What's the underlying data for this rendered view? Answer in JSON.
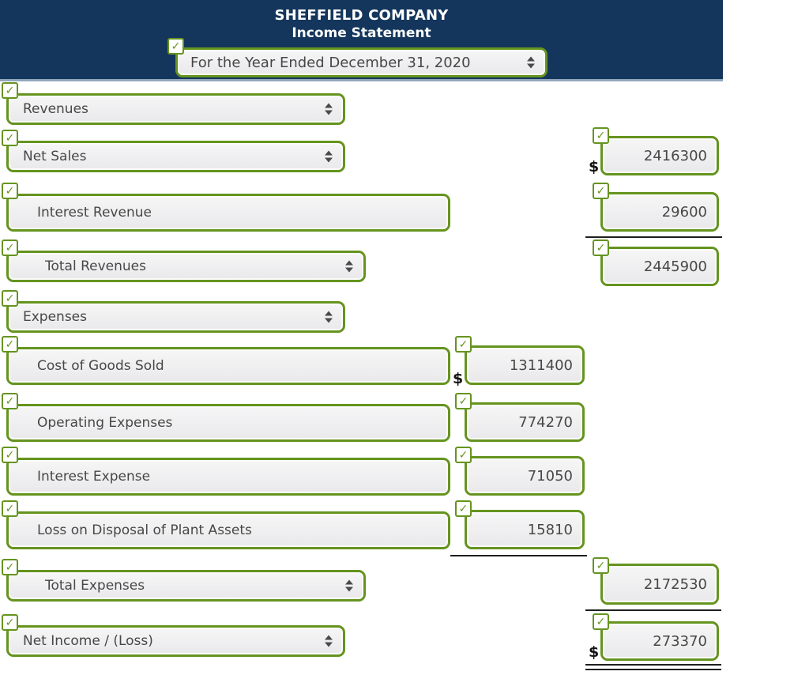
{
  "icons": {
    "check": "✓"
  },
  "colors": {
    "accent_green": "#65941f",
    "header_navy": "#14365c",
    "field_background": "#efeff0",
    "text_color": "#474747",
    "rule_color": "#1e1e1e"
  },
  "header": {
    "company_name": "SHEFFIELD COMPANY",
    "statement_title": "Income Statement",
    "period": "For the Year Ended December 31, 2020",
    "period_checked": true
  },
  "rows": [
    {
      "label": "Revenues",
      "type": "select",
      "checked": true
    },
    {
      "label": "Net Sales",
      "type": "select",
      "checked": true,
      "amount": "2416300",
      "currency": "$",
      "amount_checked": true
    },
    {
      "label": "Interest Revenue",
      "type": "input",
      "checked": true,
      "amount": "29600",
      "amount_checked": true
    },
    {
      "label": "Total Revenues",
      "type": "select",
      "checked": true,
      "amount": "2445900",
      "amount_checked": true,
      "rule_above_amount": true
    },
    {
      "label": "Expenses",
      "type": "select",
      "checked": true
    },
    {
      "label": "Cost of Goods Sold",
      "type": "input",
      "checked": true,
      "amount": "1311400",
      "currency": "$",
      "amount_checked": true
    },
    {
      "label": "Operating Expenses",
      "type": "input",
      "checked": true,
      "amount": "774270",
      "amount_checked": true
    },
    {
      "label": "Interest Expense",
      "type": "input",
      "checked": true,
      "amount": "71050",
      "amount_checked": true
    },
    {
      "label": "Loss on Disposal of Plant Assets",
      "type": "input",
      "checked": true,
      "amount": "15810",
      "amount_checked": true,
      "rule_below_amount": true
    },
    {
      "label": "Total Expenses",
      "type": "select",
      "checked": true,
      "amount": "2172530",
      "amount_checked": true,
      "rule_below_amount": true
    },
    {
      "label": "Net Income / (Loss)",
      "type": "select",
      "checked": true,
      "amount": "273370",
      "currency": "$",
      "amount_checked": true,
      "double_rule_below_amount": true
    }
  ]
}
